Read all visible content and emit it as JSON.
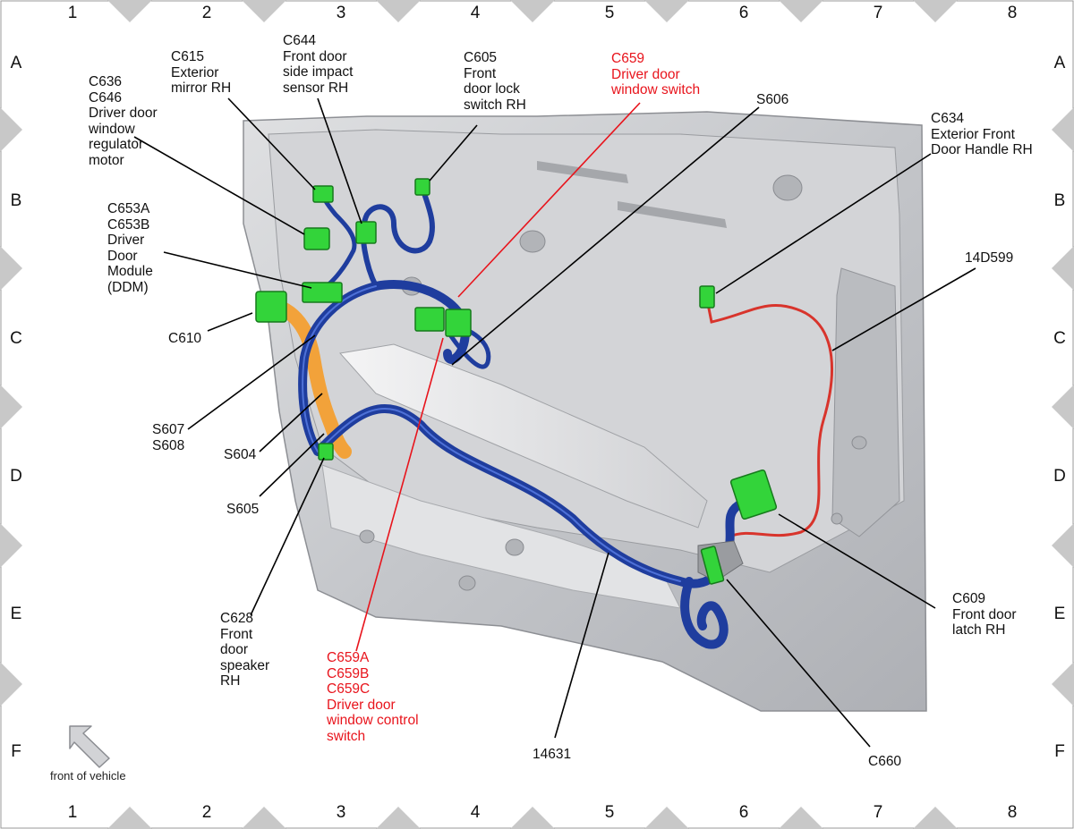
{
  "grid": {
    "columns": [
      "1",
      "2",
      "3",
      "4",
      "5",
      "6",
      "7",
      "8"
    ],
    "rows": [
      "A",
      "B",
      "C",
      "D",
      "E",
      "F"
    ]
  },
  "labels": {
    "c636": "C636\nC646\nDriver door\nwindow\nregulator\nmotor",
    "c615": "C615\nExterior\nmirror RH",
    "c644": "C644\nFront door\nside impact\nsensor RH",
    "c605": "C605\nFront\ndoor lock\nswitch RH",
    "c659": "C659\nDriver door\nwindow switch",
    "s606": "S606",
    "c634": "C634\nExterior Front\nDoor Handle RH",
    "c653": "C653A\nC653B\nDriver\nDoor\nModule\n(DDM)",
    "c610": "C610",
    "p14d599": "14D599",
    "s607": "S607\nS608",
    "s604": "S604",
    "s605": "S605",
    "c628": "C628\nFront\ndoor\nspeaker\nRH",
    "c659a": "C659A\nC659B\nC659C\nDriver door\nwindow control\nswitch",
    "p14631": "14631",
    "c609": "C609\nFront door\nlatch RH",
    "c660": "C660"
  },
  "footer": {
    "orientation": "front of vehicle"
  },
  "colors": {
    "harness": "#1f3d9e",
    "connector": "#33d43a",
    "sleeve": "#f2a23a",
    "red_wire": "#d8342c",
    "red_text": "#e8141c",
    "panel": "#c9cbcf"
  }
}
